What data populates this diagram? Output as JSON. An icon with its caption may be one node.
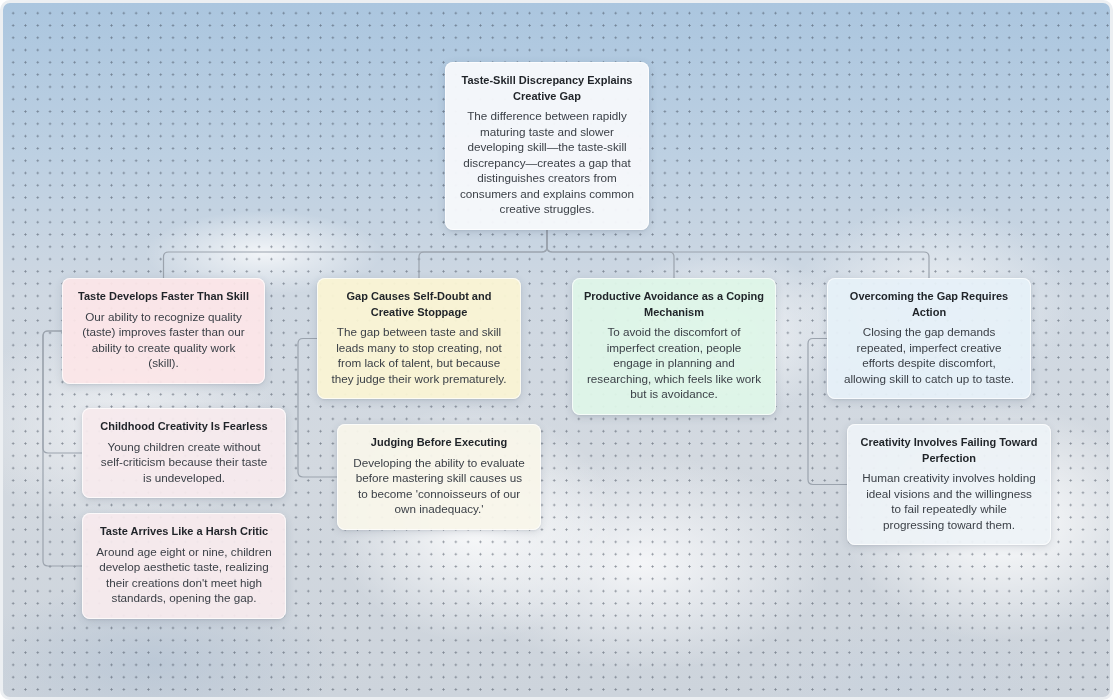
{
  "diagram": {
    "nodes": [
      {
        "text": [
          "Taste-Skill Discrepancy Explains Creative Gap",
          "The difference between rapidly maturing taste and slower developing skill—the taste-skill discrepancy—creates a gap that distinguishes creators from consumers and explains common creative struggles."
        ]
      },
      {
        "text": [
          "Taste Develops Faster Than Skill",
          "Our ability to recognize quality (taste) improves faster than our ability to create quality work (skill)."
        ]
      },
      {
        "text": [
          "Childhood Creativity Is Fearless",
          "Young children create without self-criticism because their taste is undeveloped."
        ]
      },
      {
        "text": [
          "Taste Arrives Like a Harsh Critic",
          "Around age eight or nine, children develop aesthetic taste, realizing their creations don't meet high standards, opening the gap."
        ]
      },
      {
        "text": [
          "Gap Causes Self-Doubt and Creative Stoppage",
          "The gap between taste and skill leads many to stop creating, not from lack of talent, but because they judge their work prematurely."
        ]
      },
      {
        "text": [
          "Judging Before Executing",
          "Developing the ability to evaluate before mastering skill causes us to become 'connoisseurs of our own inadequacy.'"
        ]
      },
      {
        "text": [
          "Productive Avoidance as a Coping Mechanism",
          "To avoid the discomfort of imperfect creation, people engage in planning and researching, which feels like work but is avoidance."
        ]
      },
      {
        "text": [
          "Overcoming the Gap Requires Action",
          "Closing the gap demands repeated, imperfect creative efforts despite discomfort, allowing skill to catch up to taste."
        ]
      },
      {
        "text": [
          "Creativity Involves Failing Toward Perfection",
          "Human creativity involves holding ideal visions and the willingness to fail repeatedly while progressing toward them."
        ]
      }
    ],
    "edges": [
      {
        "from": 0,
        "to": 1,
        "arrow": "none"
      },
      {
        "from": 0,
        "to": 4,
        "arrow": "none"
      },
      {
        "from": 0,
        "to": 6,
        "arrow": "none"
      },
      {
        "from": 0,
        "to": 7,
        "arrow": "none"
      },
      {
        "from": 1,
        "to": 2,
        "arrow": "none"
      },
      {
        "from": 1,
        "to": 3,
        "arrow": "none"
      },
      {
        "from": 4,
        "to": 5,
        "arrow": "none"
      },
      {
        "from": 7,
        "to": 8,
        "arrow": "none"
      }
    ]
  }
}
